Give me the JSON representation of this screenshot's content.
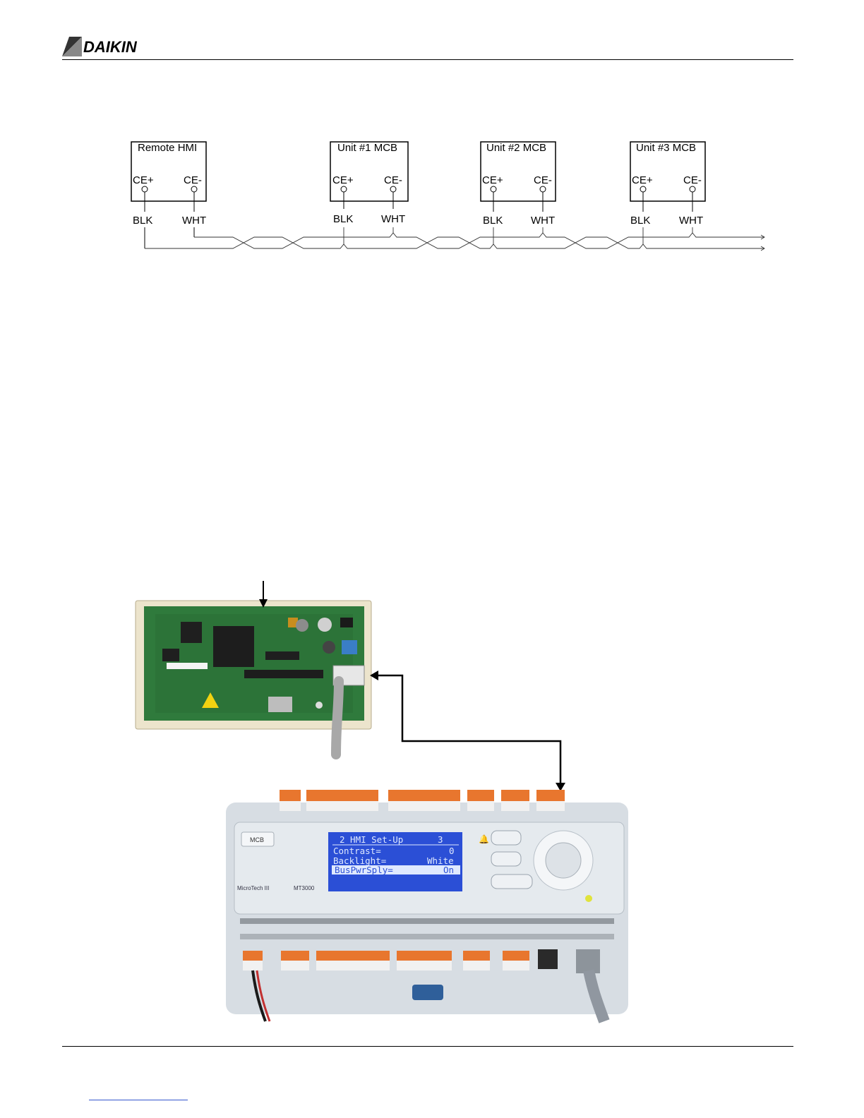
{
  "header": {
    "logo_text": "DAIKIN"
  },
  "wiring_diagram": {
    "devices": [
      {
        "name": "Remote HMI",
        "plus": "CE+",
        "minus": "CE-",
        "plus_wire": "BLK",
        "minus_wire": "WHT"
      },
      {
        "name": "Unit #1 MCB",
        "plus": "CE+",
        "minus": "CE-",
        "plus_wire": "BLK",
        "minus_wire": "WHT"
      },
      {
        "name": "Unit #2 MCB",
        "plus": "CE+",
        "minus": "CE-",
        "plus_wire": "BLK",
        "minus_wire": "WHT"
      },
      {
        "name": "Unit #3 MCB",
        "plus": "CE+",
        "minus": "CE-",
        "plus_wire": "BLK",
        "minus_wire": "WHT"
      }
    ]
  },
  "controller": {
    "label": "MCB",
    "brand": "MicroTech III",
    "model": "MT3000",
    "display": {
      "title": "2 HMI Set-Up",
      "page": "3",
      "rows": [
        {
          "label": "Contrast=",
          "value": "0"
        },
        {
          "label": "Backlight=",
          "value": "White"
        },
        {
          "label": "BusPwrSply=",
          "value": "On"
        }
      ]
    }
  },
  "colors": {
    "rule": "#000000",
    "footer_link": "#3355cc",
    "pcb_green": "#2f7a3c",
    "lcd_blue": "#2b4fd6",
    "terminal_orange": "#e8762e"
  }
}
